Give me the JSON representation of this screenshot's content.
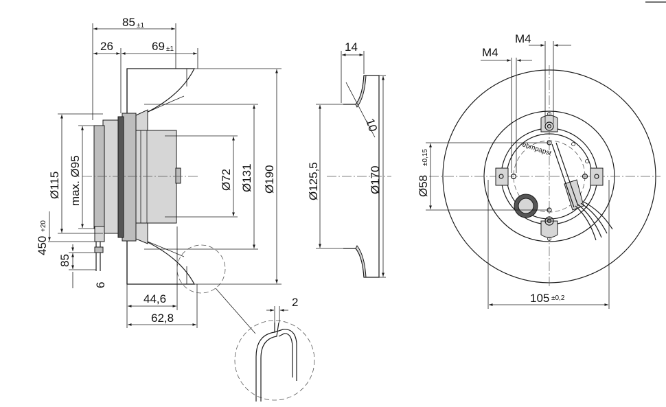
{
  "side_view": {
    "overall_length": "85",
    "overall_length_tol": "±1",
    "flange_depth": "26",
    "impeller_depth": "69",
    "impeller_depth_tol": "±1",
    "dia_motor": "Ø115",
    "dia_max_rotor": "max. Ø95",
    "dia_hub": "Ø72",
    "dia_inlet": "Ø131",
    "dia_impeller": "Ø190",
    "cable_length": "450",
    "cable_length_tol": "+20",
    "lead_strip": "85",
    "lead_end": "6",
    "depth_inner": "44,6",
    "depth_outer": "62,8"
  },
  "detail": {
    "wall_thickness": "2"
  },
  "inlet_ring": {
    "height": "14",
    "radius": "10",
    "dia_inner": "Ø125,5",
    "dia_outer": "Ø170"
  },
  "front_view": {
    "thread_top": "M4",
    "thread_side": "M4",
    "dia_center": "Ø58",
    "dia_center_tol": "±0,15",
    "hole_spacing": "105",
    "hole_spacing_tol": "±0,2",
    "brand_mark": "ebmpapst"
  }
}
